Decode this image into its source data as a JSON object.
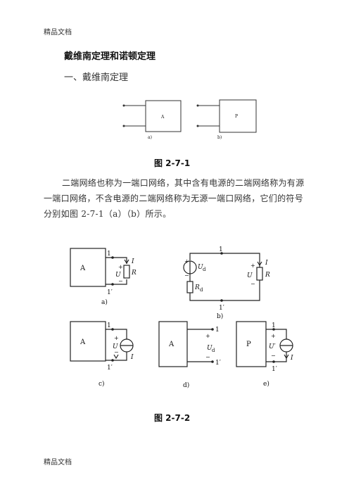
{
  "header": "精品文档",
  "footer": "精品文档",
  "title": "戴维南定理和诺顿定理",
  "section": "一、戴维南定理",
  "fig1": {
    "box_a": "A",
    "box_p": "P",
    "sub_a": "a)",
    "sub_b": "b)",
    "caption": "图 2-7-1"
  },
  "paragraph": "二端网络也称为一端口网络，其中含有电源的二端网络称为有源一端口网络，不含电源的二端网络称为无源一端口网络，它们的符号分别如图 2-7-1（a）（b）所示。",
  "fig2": {
    "a": {
      "box": "A",
      "t1": "1",
      "t1p": "1′",
      "plus": "+",
      "minus": "−",
      "U": "U",
      "I": "I",
      "R": "R",
      "sub": "a)"
    },
    "b": {
      "t1": "1",
      "t1p": "1′",
      "plus_s": "+",
      "minus_s": "−",
      "Ud": "U",
      "Ud_sub": "d",
      "Rd": "R",
      "Rd_sub": "d",
      "plus": "+",
      "minus": "−",
      "U": "U",
      "I": "I",
      "R": "R",
      "sub": "b)"
    },
    "c": {
      "box": "A",
      "t1": "1",
      "t1p": "1′",
      "plus": "+",
      "minus": "−",
      "U": "U",
      "I": "I",
      "sub": "c)"
    },
    "d": {
      "box": "A",
      "t1": "1",
      "t1p": "1′",
      "plus": "+",
      "minus": "−",
      "Ud": "U",
      "Ud_sub": "d",
      "sub": "d)"
    },
    "e": {
      "box": "P",
      "t1": "1",
      "t1p": "1′",
      "plus": "+",
      "minus": "−",
      "U": "U′",
      "I": "I",
      "sub": "e)"
    },
    "caption": "图 2-7-2"
  }
}
